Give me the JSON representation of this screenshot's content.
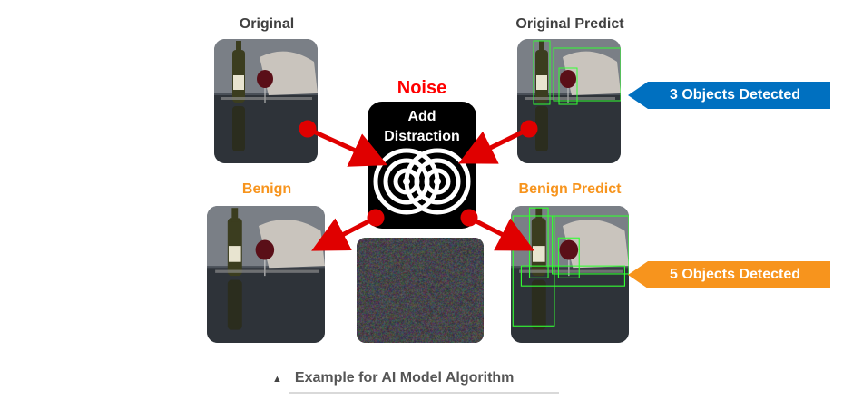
{
  "labels": {
    "original": "Original",
    "original_predict": "Original Predict",
    "benign": "Benign",
    "benign_predict": "Benign Predict",
    "noise": "Noise",
    "add_distraction": "Add\nDistraction"
  },
  "banners": {
    "original_detected": "3 Objects Detected",
    "benign_detected": "5 Objects Detected"
  },
  "caption": "Example for AI Model Algorithm",
  "colors": {
    "noise_red": "#ff0000",
    "benign_orange": "#f7941d",
    "blue_banner": "#0070c0",
    "orange_banner": "#f7941d",
    "arrow": "#e00000",
    "text_gray": "#404040"
  }
}
